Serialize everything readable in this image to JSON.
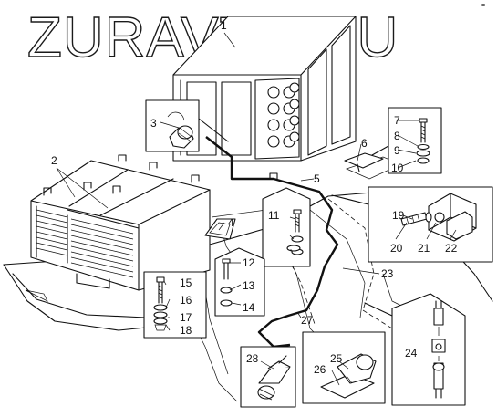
{
  "watermark": "ZURAVTO.RU",
  "corner_mark": "=",
  "callouts": {
    "c1": "1",
    "c2": "2",
    "c3": "3",
    "c4": "4",
    "c5": "5",
    "c6": "6",
    "c7": "7",
    "c8": "8",
    "c9": "9",
    "c10": "10",
    "c11": "11",
    "c12": "12",
    "c13": "13",
    "c14": "14",
    "c15": "15",
    "c16": "16",
    "c17": "17",
    "c18": "18",
    "c19": "19",
    "c20": "20",
    "c21": "21",
    "c22": "22",
    "c23": "23",
    "c24": "24",
    "c25": "25",
    "c26": "26",
    "c27": "27",
    "c28": "28"
  }
}
